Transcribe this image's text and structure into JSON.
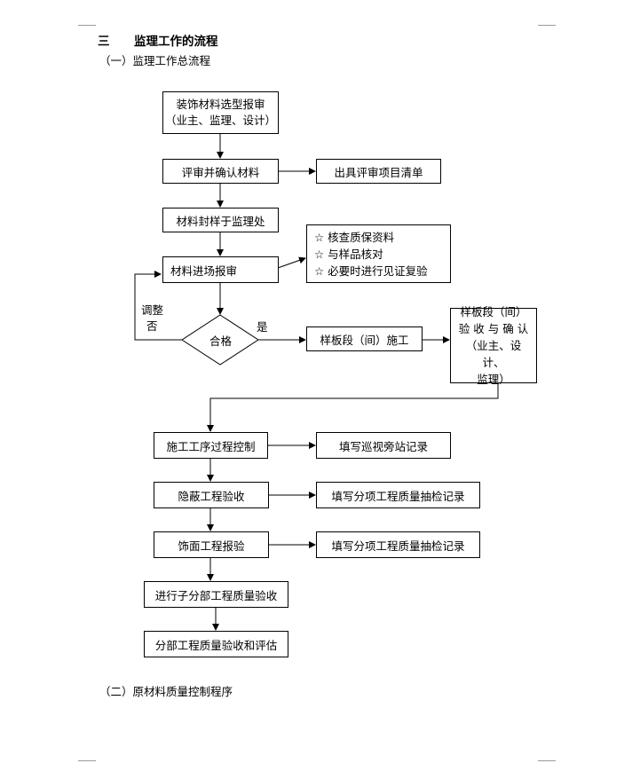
{
  "section": {
    "number": "三",
    "title": "监理工作的流程"
  },
  "sub1": "（一）监理工作总流程",
  "sub2": "（二）原材料质量控制程序",
  "flow": {
    "b1": [
      "装饰材料选型报审",
      "（业主、监理、设计）"
    ],
    "b2": "评审并确认材料",
    "b3": "出具评审项目清单",
    "b4": "材料封样于监理处",
    "b5": "材料进场报审",
    "checks": [
      "☆  核查质保资料",
      "☆  与样品核对",
      "☆  必要时进行见证复验"
    ],
    "decision": "合格",
    "yes": "是",
    "adjust": "调整",
    "no": "否",
    "b6": "样板段（间）施工",
    "b7": [
      "样板段（间）",
      "验 收 与 确 认",
      "（业主、设计、",
      "监理）"
    ],
    "b8": "施工工序过程控制",
    "b9": "填写巡视旁站记录",
    "b10": "隐蔽工程验收",
    "b11": "填写分项工程质量抽检记录",
    "b12": "饰面工程报验",
    "b13": "填写分项工程质量抽检记录",
    "b14": "进行子分部工程质量验收",
    "b15": "分部工程质量验收和评估"
  }
}
